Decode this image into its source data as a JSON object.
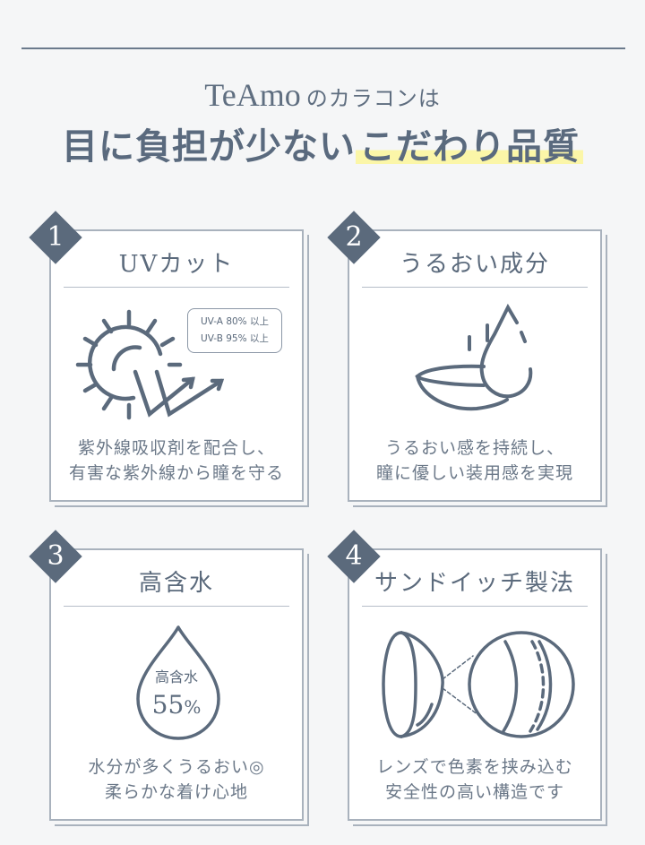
{
  "header": {
    "brand": "TeAmo",
    "subtitle_rest": "のカラコンは",
    "title_plain": "目に負担が少ない",
    "title_highlight": "こだわり品質",
    "highlight_color": "#fbf6a8",
    "accent_color": "#5b6a7c"
  },
  "cards": [
    {
      "number": "1",
      "title": "UVカット",
      "icon": "sun-uv-arrows-icon",
      "badge_lines": [
        "UV-A 80% 以上",
        "UV-B 95% 以上"
      ],
      "desc_lines": [
        "紫外線吸収剤を配合し、",
        "有害な紫外線から瞳を守る"
      ]
    },
    {
      "number": "2",
      "title": "うるおい成分",
      "icon": "lens-water-drop-icon",
      "desc_lines": [
        "うるおい感を持続し、",
        "瞳に優しい装用感を実現"
      ]
    },
    {
      "number": "3",
      "title": "高含水",
      "icon": "water-drop-icon",
      "drop_label": "高含水",
      "drop_value": "55",
      "drop_unit": "%",
      "desc_lines": [
        "水分が多くうるおい◎",
        "柔らかな着け心地"
      ]
    },
    {
      "number": "4",
      "title": "サンドイッチ製法",
      "icon": "lens-cross-section-icon",
      "desc_lines": [
        "レンズで色素を挟み込む",
        "安全性の高い構造です"
      ]
    }
  ]
}
